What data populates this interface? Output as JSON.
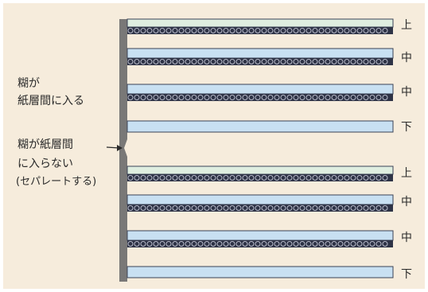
{
  "annotations": {
    "glue_enters": [
      "糊が",
      "紙層間に入る"
    ],
    "glue_not_enters": [
      "糊が紙層間",
      "に入らない",
      "(セパレートする)"
    ]
  },
  "layer_labels": {
    "top": "上",
    "middle": "中",
    "bottom": "下"
  },
  "upper_group": [
    "上",
    "中",
    "中",
    "下"
  ],
  "lower_group": [
    "上",
    "中",
    "中",
    "下"
  ],
  "colors": {
    "background": "#f6ecdc",
    "paper_layer": "#dfeee0",
    "paper_layer_blue": "#c8e0f2",
    "glue_line": "#2e3346",
    "spine": "#6b6b6b"
  }
}
